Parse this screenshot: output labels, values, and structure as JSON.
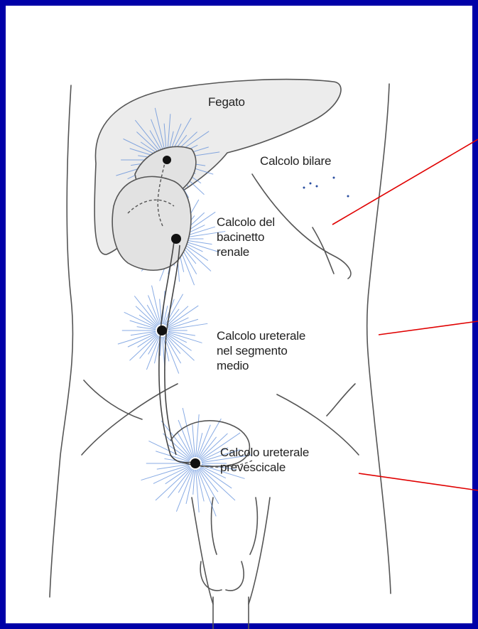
{
  "diagram": {
    "labels": {
      "liver": "Fegato",
      "gallstone": "Calcolo bilare",
      "renal_pelvis_stone": [
        "Calcolo del",
        "bacinetto",
        "renale"
      ],
      "mid_ureter_stone": [
        "Calcolo ureterale",
        "nel segmento",
        "medio"
      ],
      "prevesical_stone": [
        "Calcolo ureterale",
        "prevescicale"
      ]
    }
  },
  "colors": {
    "frame": "#0000a8",
    "pointer_lines": "#e00000",
    "pain_rays": "#4a7fd6",
    "organ_fill": "#e4e4e4"
  }
}
